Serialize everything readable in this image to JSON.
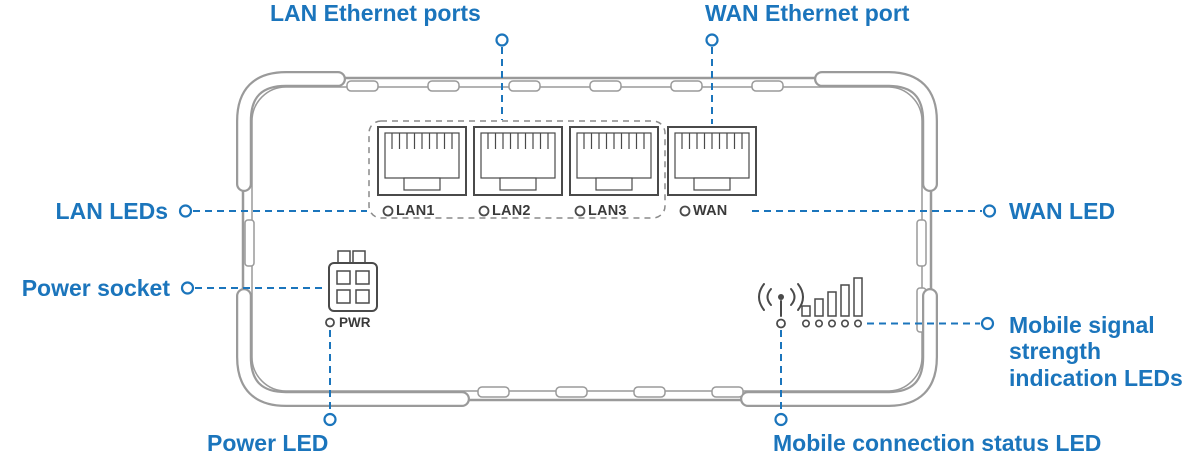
{
  "colors": {
    "accent": "#1b75bc",
    "device_outline": "#9a9a9a",
    "detail_dark": "#4a4a4a"
  },
  "callouts": {
    "lan_ports": "LAN Ethernet ports",
    "wan_port": "WAN Ethernet port",
    "lan_leds": "LAN LEDs",
    "wan_led": "WAN LED",
    "power_socket": "Power socket",
    "power_led": "Power LED",
    "mobile_signal_leds": "Mobile signal strength indication LEDs",
    "mobile_status_led": "Mobile connection status LED"
  },
  "device": {
    "port_labels": [
      {
        "label": "LAN1"
      },
      {
        "label": "LAN2"
      },
      {
        "label": "LAN3"
      },
      {
        "label": "WAN"
      }
    ],
    "power_led_label": "PWR"
  }
}
